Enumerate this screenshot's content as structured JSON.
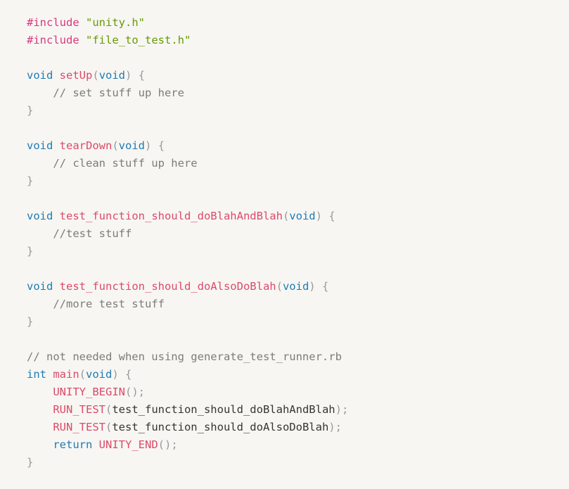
{
  "code": {
    "language": "c",
    "lines": [
      [
        {
          "t": "#include ",
          "k": "inc"
        },
        {
          "t": "\"unity.h\"",
          "k": "str"
        }
      ],
      [
        {
          "t": "#include ",
          "k": "inc"
        },
        {
          "t": "\"file_to_test.h\"",
          "k": "str"
        }
      ],
      [],
      [
        {
          "t": "void",
          "k": "kw"
        },
        {
          "t": " ",
          "k": "pl"
        },
        {
          "t": "setUp",
          "k": "fn"
        },
        {
          "t": "(",
          "k": "p"
        },
        {
          "t": "void",
          "k": "kw"
        },
        {
          "t": ")",
          "k": "p"
        },
        {
          "t": " ",
          "k": "pl"
        },
        {
          "t": "{",
          "k": "p"
        }
      ],
      [
        {
          "t": "    // set stuff up here",
          "k": "cm"
        }
      ],
      [
        {
          "t": "}",
          "k": "p"
        }
      ],
      [],
      [
        {
          "t": "void",
          "k": "kw"
        },
        {
          "t": " ",
          "k": "pl"
        },
        {
          "t": "tearDown",
          "k": "fn"
        },
        {
          "t": "(",
          "k": "p"
        },
        {
          "t": "void",
          "k": "kw"
        },
        {
          "t": ")",
          "k": "p"
        },
        {
          "t": " ",
          "k": "pl"
        },
        {
          "t": "{",
          "k": "p"
        }
      ],
      [
        {
          "t": "    // clean stuff up here",
          "k": "cm"
        }
      ],
      [
        {
          "t": "}",
          "k": "p"
        }
      ],
      [],
      [
        {
          "t": "void",
          "k": "kw"
        },
        {
          "t": " ",
          "k": "pl"
        },
        {
          "t": "test_function_should_doBlahAndBlah",
          "k": "fn"
        },
        {
          "t": "(",
          "k": "p"
        },
        {
          "t": "void",
          "k": "kw"
        },
        {
          "t": ")",
          "k": "p"
        },
        {
          "t": " ",
          "k": "pl"
        },
        {
          "t": "{",
          "k": "p"
        }
      ],
      [
        {
          "t": "    //test stuff",
          "k": "cm"
        }
      ],
      [
        {
          "t": "}",
          "k": "p"
        }
      ],
      [],
      [
        {
          "t": "void",
          "k": "kw"
        },
        {
          "t": " ",
          "k": "pl"
        },
        {
          "t": "test_function_should_doAlsoDoBlah",
          "k": "fn"
        },
        {
          "t": "(",
          "k": "p"
        },
        {
          "t": "void",
          "k": "kw"
        },
        {
          "t": ")",
          "k": "p"
        },
        {
          "t": " ",
          "k": "pl"
        },
        {
          "t": "{",
          "k": "p"
        }
      ],
      [
        {
          "t": "    //more test stuff",
          "k": "cm"
        }
      ],
      [
        {
          "t": "}",
          "k": "p"
        }
      ],
      [],
      [
        {
          "t": "// not needed when using generate_test_runner.rb",
          "k": "cm"
        }
      ],
      [
        {
          "t": "int",
          "k": "kw"
        },
        {
          "t": " ",
          "k": "pl"
        },
        {
          "t": "main",
          "k": "fn"
        },
        {
          "t": "(",
          "k": "p"
        },
        {
          "t": "void",
          "k": "kw"
        },
        {
          "t": ")",
          "k": "p"
        },
        {
          "t": " ",
          "k": "pl"
        },
        {
          "t": "{",
          "k": "p"
        }
      ],
      [
        {
          "t": "    ",
          "k": "pl"
        },
        {
          "t": "UNITY_BEGIN",
          "k": "fn"
        },
        {
          "t": "();",
          "k": "p"
        }
      ],
      [
        {
          "t": "    ",
          "k": "pl"
        },
        {
          "t": "RUN_TEST",
          "k": "fn"
        },
        {
          "t": "(",
          "k": "p"
        },
        {
          "t": "test_function_should_doBlahAndBlah",
          "k": "pl"
        },
        {
          "t": ");",
          "k": "p"
        }
      ],
      [
        {
          "t": "    ",
          "k": "pl"
        },
        {
          "t": "RUN_TEST",
          "k": "fn"
        },
        {
          "t": "(",
          "k": "p"
        },
        {
          "t": "test_function_should_doAlsoDoBlah",
          "k": "pl"
        },
        {
          "t": ");",
          "k": "p"
        }
      ],
      [
        {
          "t": "    ",
          "k": "pl"
        },
        {
          "t": "return",
          "k": "kw"
        },
        {
          "t": " ",
          "k": "pl"
        },
        {
          "t": "UNITY_END",
          "k": "fn"
        },
        {
          "t": "();",
          "k": "p"
        }
      ],
      [
        {
          "t": "}",
          "k": "p"
        }
      ]
    ]
  }
}
